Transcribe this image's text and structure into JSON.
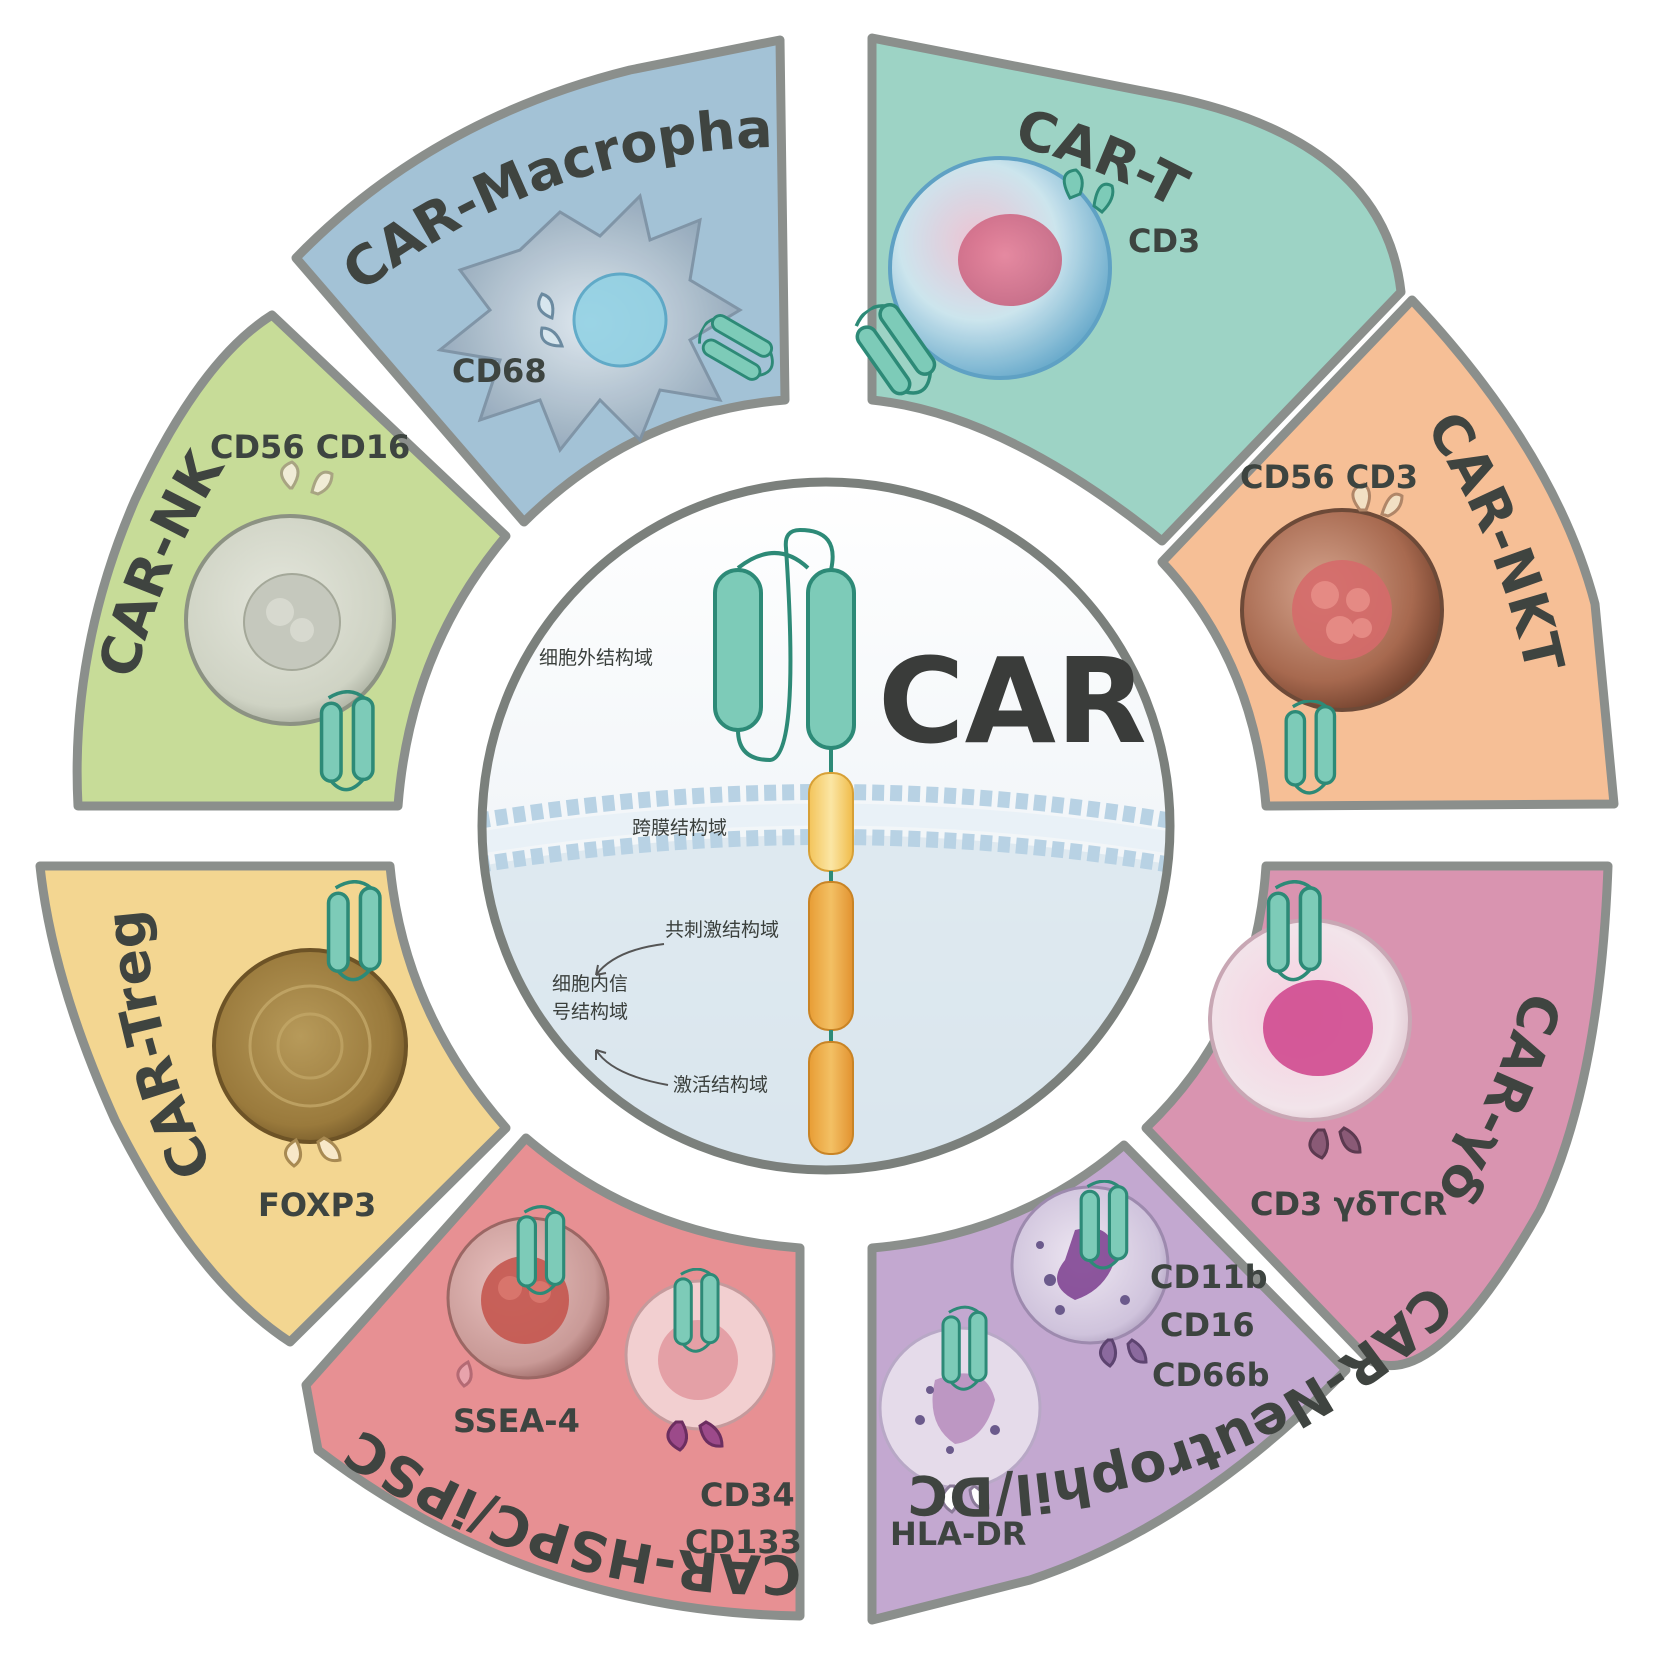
{
  "center": {
    "title": "CAR",
    "domains": {
      "extracellular": "细胞外结构域",
      "transmembrane": "跨膜结构域",
      "costimulatory": "共刺激结构域",
      "intracellular_line1": "细胞内信",
      "intracellular_line2": "号结构域",
      "activation": "激活结构域"
    }
  },
  "segments": {
    "car_t": {
      "title": "CAR-T",
      "markers": [
        "CD3"
      ],
      "color": "#9dd3c5"
    },
    "car_nkt": {
      "title": "CAR-NKT",
      "markers": [
        "CD56 CD3"
      ],
      "color": "#f6bf96"
    },
    "car_gdt": {
      "title": "CAR-γδT",
      "markers": [
        "CD3 γδTCR"
      ],
      "color": "#d994b0"
    },
    "car_neutrophil_dc": {
      "title": "CAR-Neutrophil/DC",
      "markers": [
        "CD11b",
        "CD16",
        "CD66b",
        "HLA-DR"
      ],
      "color": "#c3a8d0"
    },
    "car_hspc_ipsc": {
      "title": "CAR-HSPC/iPSC",
      "markers": [
        "SSEA-4",
        "CD34",
        "CD133"
      ],
      "color": "#e79093"
    },
    "car_treg": {
      "title": "CAR-Treg",
      "markers": [
        "FOXP3"
      ],
      "color": "#f3d691"
    },
    "car_nk": {
      "title": "CAR-NK",
      "markers": [
        "CD56 CD16"
      ],
      "color": "#c7dc98"
    },
    "car_macrophage": {
      "title": "CAR-Macrophage",
      "markers": [
        "CD68"
      ],
      "color": "#a3c2d6"
    }
  }
}
